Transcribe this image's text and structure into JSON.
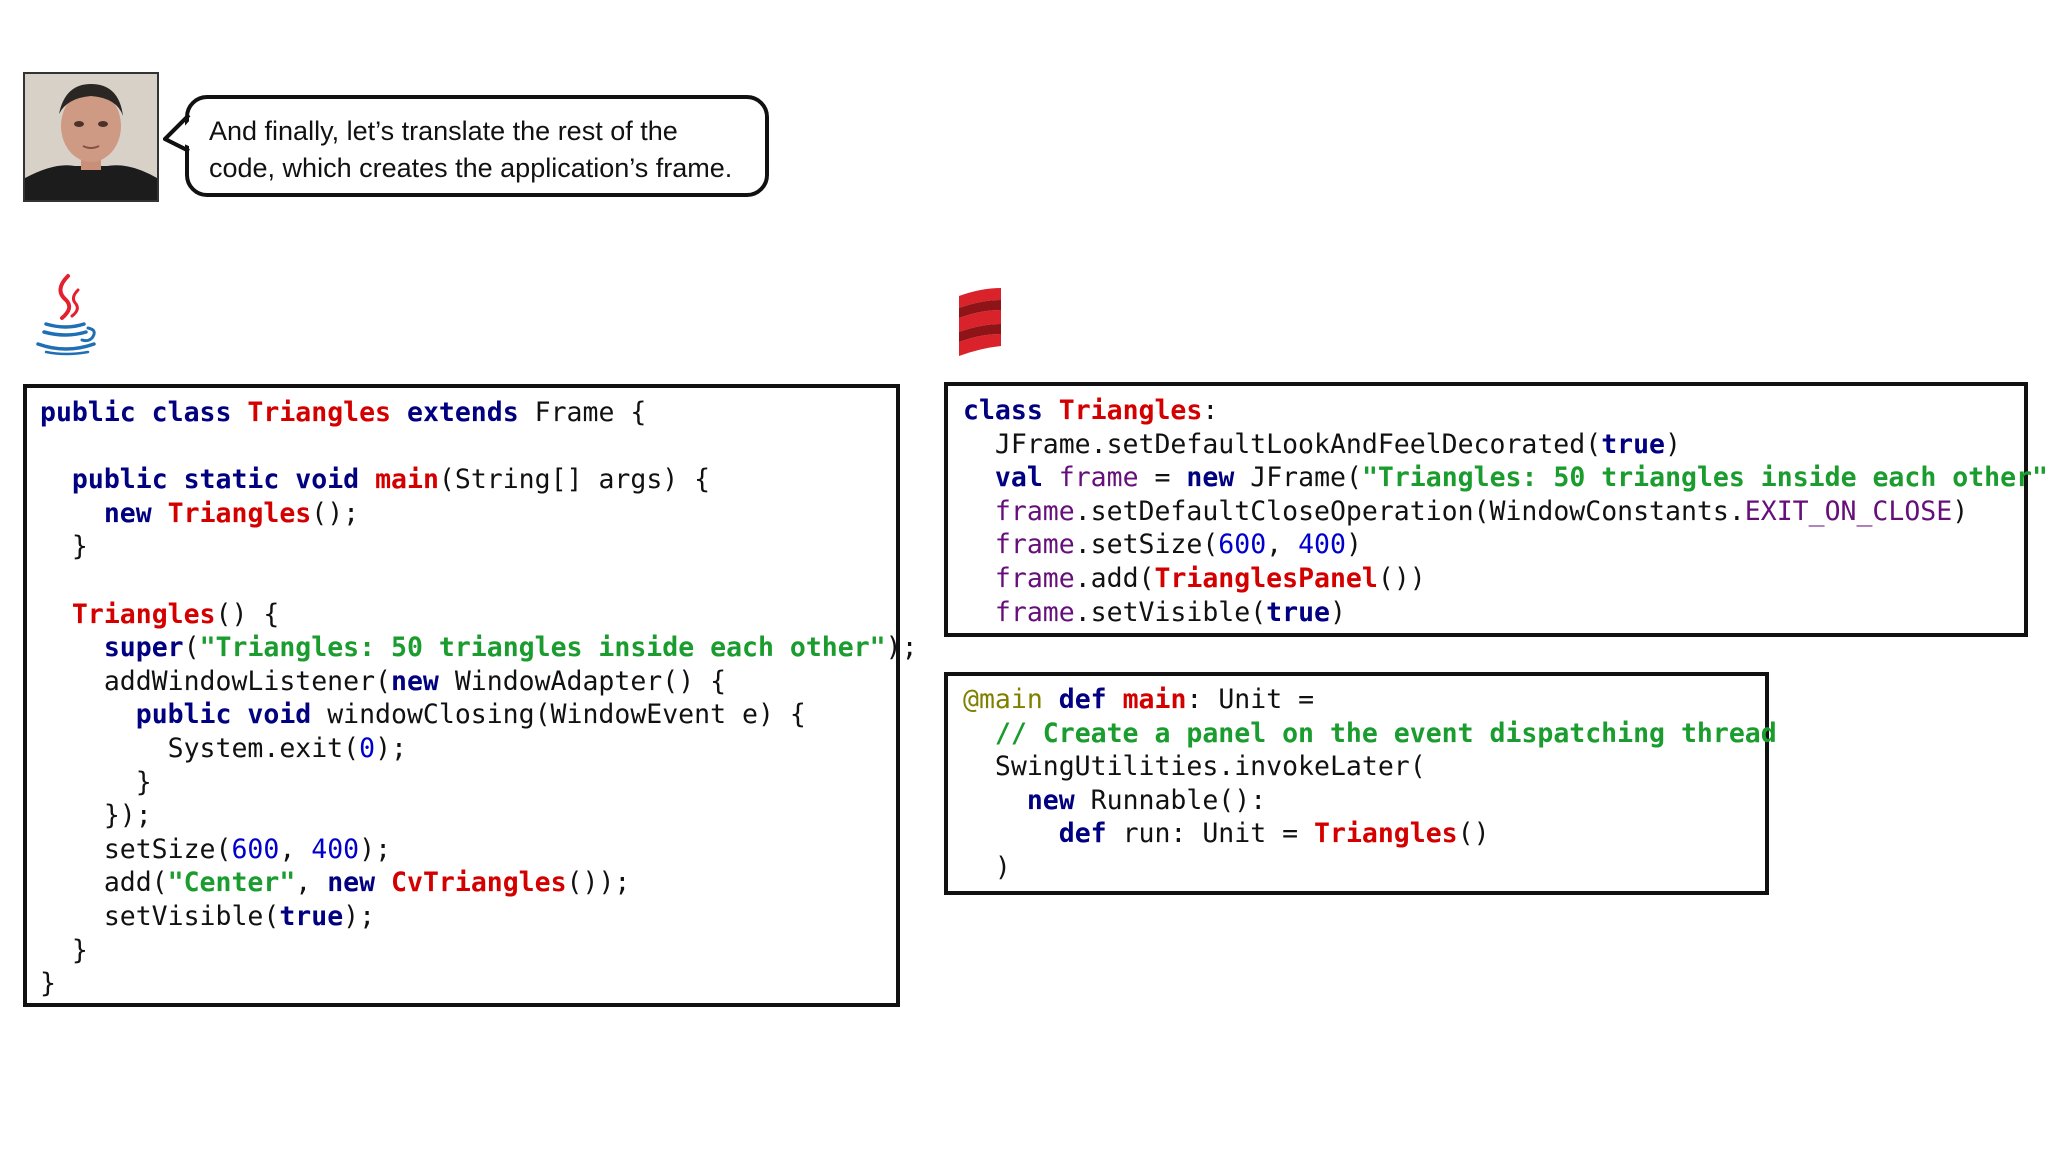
{
  "narration": {
    "line1": "And finally, let’s translate the rest of the",
    "line2": "code, which creates the application’s frame."
  },
  "logos": {
    "left": "java-logo",
    "right": "scala-logo"
  },
  "java_code": {
    "l1": {
      "a": "public class",
      "b": " ",
      "c": "Triangles",
      "d": " ",
      "e": "extends",
      "f": " Frame {"
    },
    "l3": {
      "a": "  ",
      "b": "public static void",
      "c": " ",
      "d": "main",
      "e": "(String[] args) {"
    },
    "l4": {
      "a": "    ",
      "b": "new",
      "c": " ",
      "d": "Triangles",
      "e": "();"
    },
    "l5": "  }",
    "l7": {
      "a": "  ",
      "b": "Triangles",
      "c": "() {"
    },
    "l8": {
      "a": "    ",
      "b": "super",
      "c": "(",
      "d": "\"Triangles: 50 triangles inside each other\"",
      "e": ");"
    },
    "l9": {
      "a": "    addWindowListener(",
      "b": "new",
      "c": " WindowAdapter() {"
    },
    "l10": {
      "a": "      ",
      "b": "public void",
      "c": " windowClosing(WindowEvent e) {"
    },
    "l11": {
      "a": "        System.exit(",
      "b": "0",
      "c": ");"
    },
    "l12": "      }",
    "l13": "    });",
    "l14": {
      "a": "    setSize(",
      "b": "600",
      "c": ", ",
      "d": "400",
      "e": ");"
    },
    "l15": {
      "a": "    add(",
      "b": "\"Center\"",
      "c": ", ",
      "d": "new",
      "e": " ",
      "f": "CvTriangles",
      "g": "());"
    },
    "l16": {
      "a": "    setVisible(",
      "b": "true",
      "c": ");"
    },
    "l17": "  }",
    "l18": "}"
  },
  "scala_class": {
    "l1": {
      "a": "class",
      "b": " ",
      "c": "Triangles",
      "d": ":"
    },
    "l2": {
      "a": "  JFrame.setDefaultLookAndFeelDecorated(",
      "b": "true",
      "c": ")"
    },
    "l3": {
      "a": "  ",
      "b": "val",
      "c": " ",
      "d": "frame",
      "e": " = ",
      "f": "new",
      "g": " JFrame(",
      "h": "\"Triangles: 50 triangles inside each other\"",
      "i": ")"
    },
    "l4": {
      "a": "  ",
      "b": "frame",
      "c": ".setDefaultCloseOperation(WindowConstants.",
      "d": "EXIT_ON_CLOSE",
      "e": ")"
    },
    "l5": {
      "a": "  ",
      "b": "frame",
      "c": ".setSize(",
      "d": "600",
      "e": ", ",
      "f": "400",
      "g": ")"
    },
    "l6": {
      "a": "  ",
      "b": "frame",
      "c": ".add(",
      "d": "TrianglesPanel",
      "e": "())"
    },
    "l7": {
      "a": "  ",
      "b": "frame",
      "c": ".setVisible(",
      "d": "true",
      "e": ")"
    }
  },
  "scala_main": {
    "l1": {
      "a": "@main",
      "b": " ",
      "c": "def",
      "d": " ",
      "e": "main",
      "f": ": Unit ="
    },
    "l2": {
      "a": "  ",
      "b": "// Create a panel on the event dispatching thread"
    },
    "l3": "  SwingUtilities.invokeLater(",
    "l4": {
      "a": "    ",
      "b": "new",
      "c": " Runnable():"
    },
    "l5": {
      "a": "      ",
      "b": "def",
      "c": " run: Unit = ",
      "d": "Triangles",
      "e": "()"
    },
    "l6": "  )"
  },
  "colors": {
    "keyword": "#000080",
    "type_name": "#d40000",
    "string": "#1a9c2e",
    "number": "#0000cc",
    "field": "#660e7a",
    "annotation": "#808000"
  }
}
